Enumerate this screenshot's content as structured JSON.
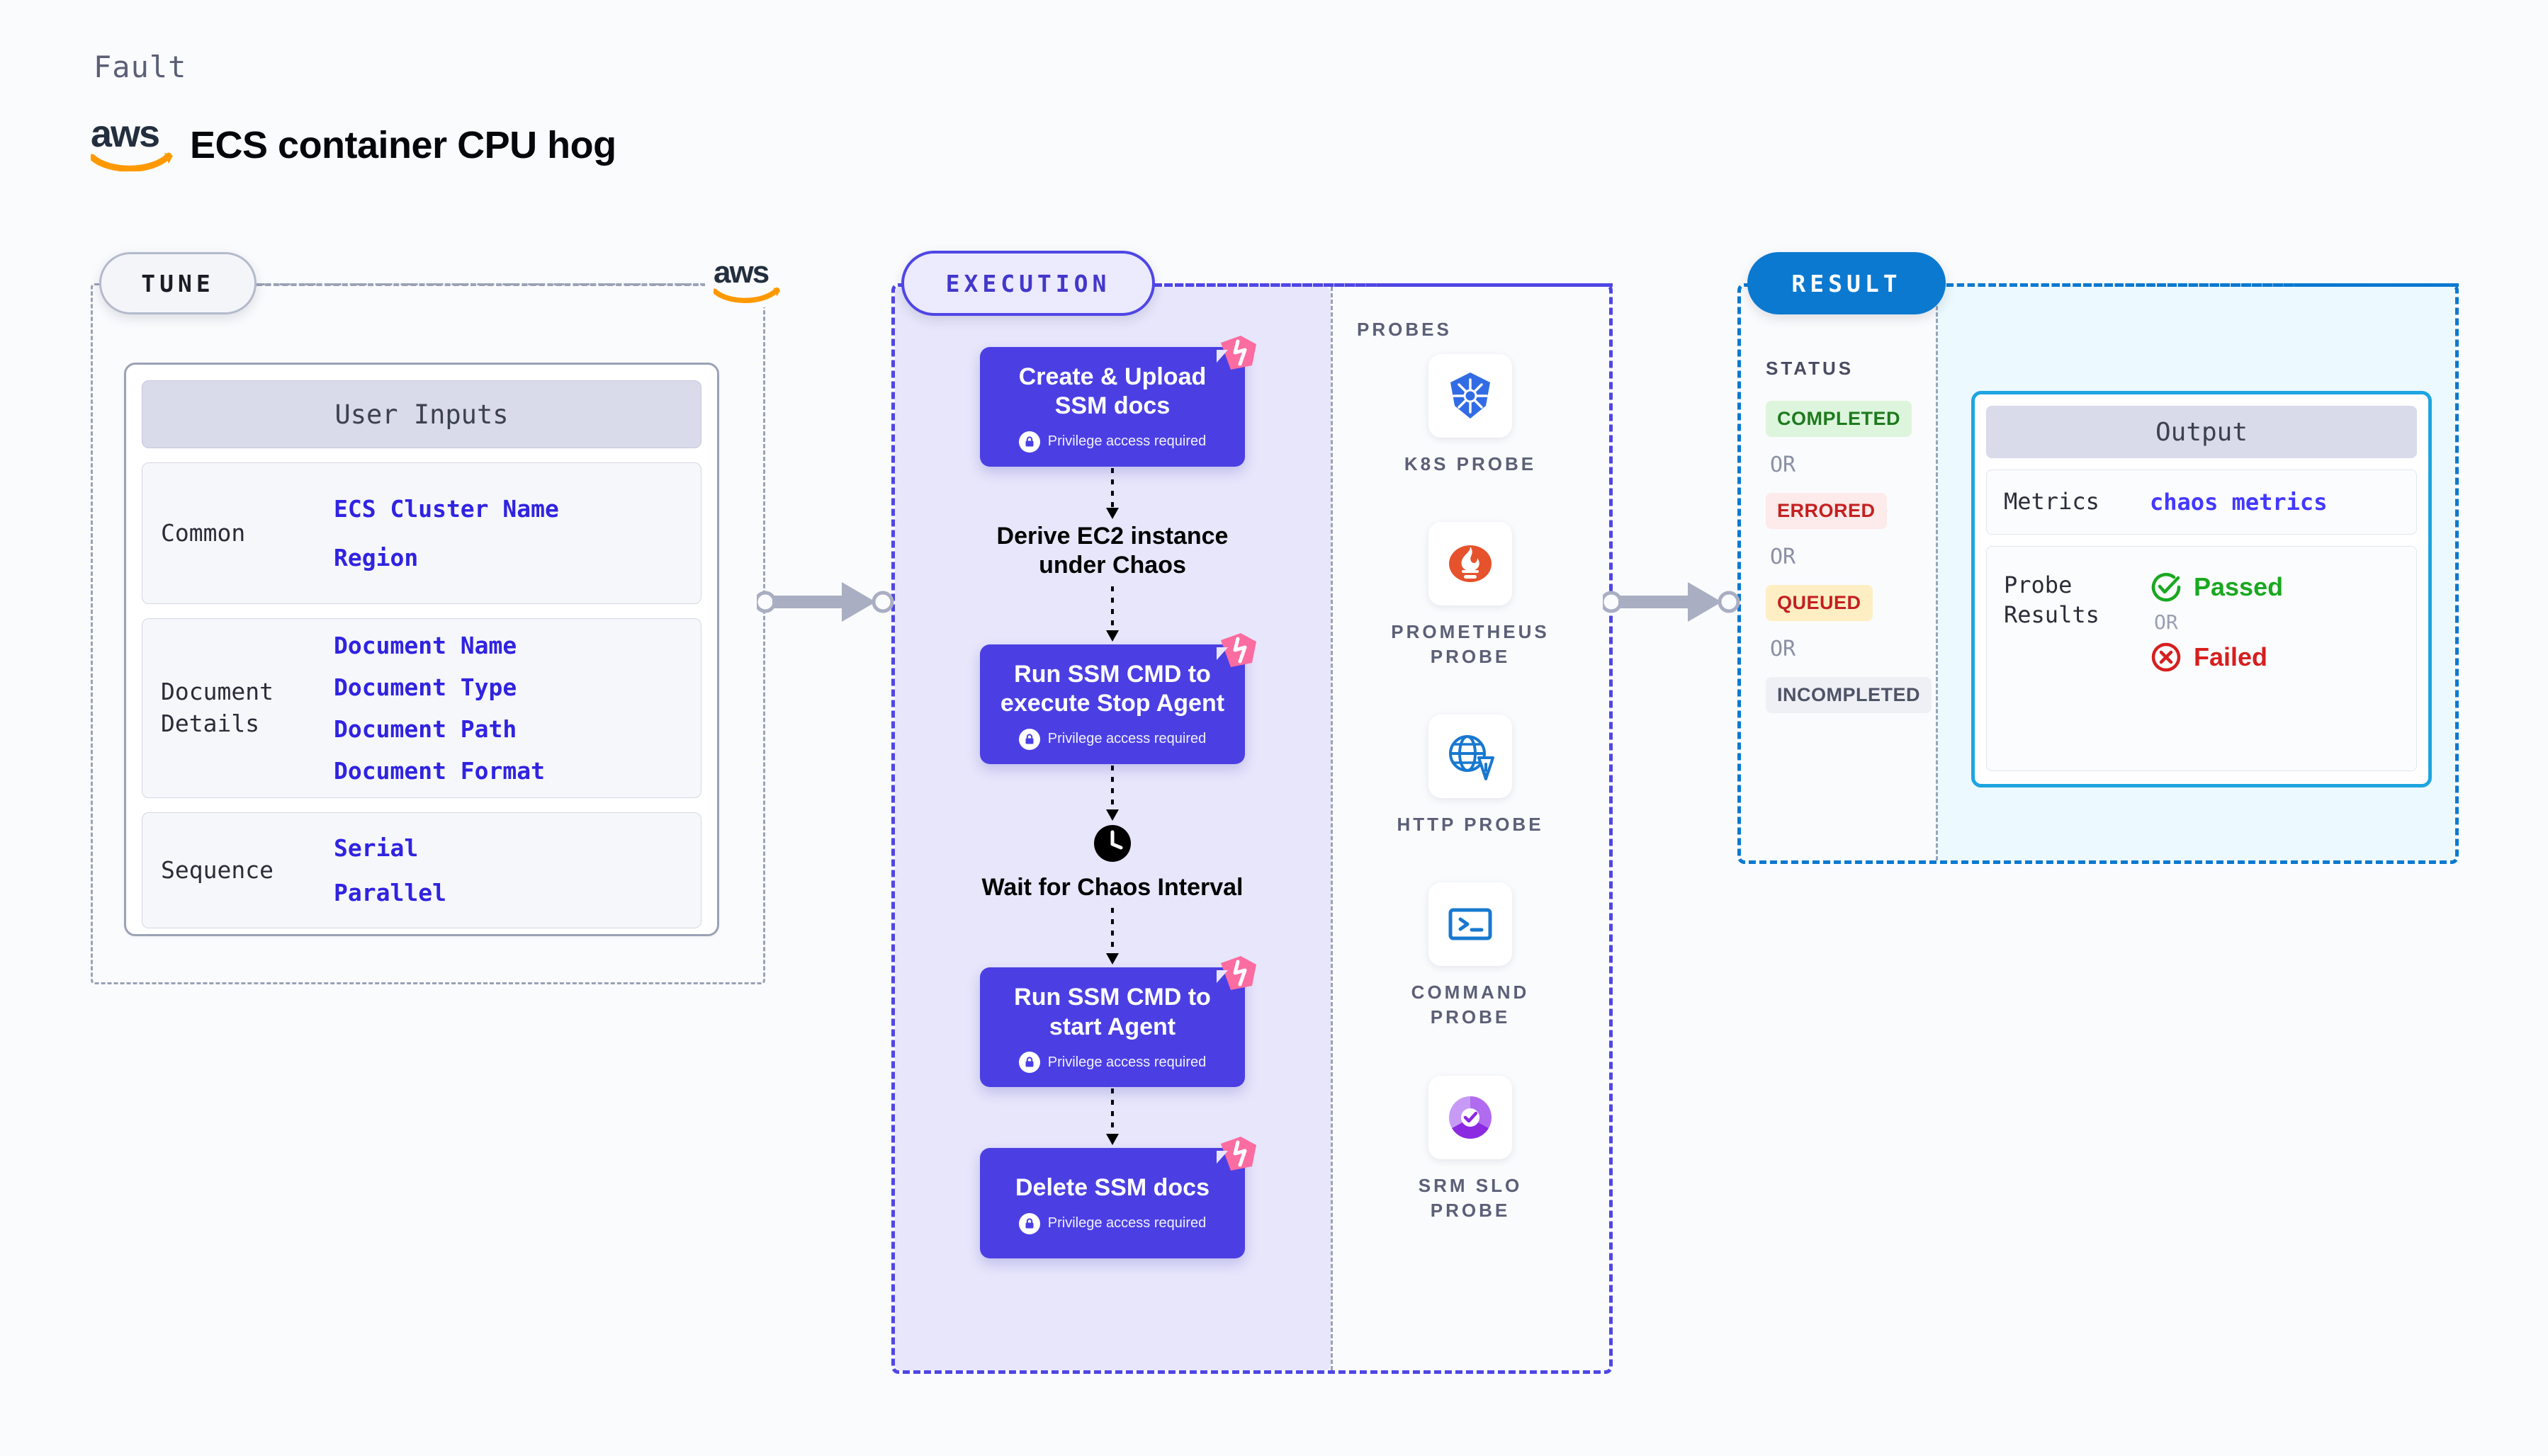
{
  "header": {
    "eyebrow": "Fault",
    "title": "ECS container CPU hog",
    "provider_logo": "aws-logo",
    "provider_text": "aws"
  },
  "tune": {
    "pill_label": "TUNE",
    "provider_badge": "aws-logo",
    "card_header": "User Inputs",
    "groups": [
      {
        "label": "Common",
        "values": [
          "ECS Cluster Name",
          "Region"
        ]
      },
      {
        "label": "Document\nDetails",
        "values": [
          "Document Name",
          "Document Type",
          "Document Path",
          "Document Format"
        ]
      },
      {
        "label": "Sequence",
        "values": [
          "Serial",
          "Parallel"
        ]
      }
    ]
  },
  "connectors": [
    {
      "name": "tune-to-execution-arrow"
    },
    {
      "name": "execution-to-result-arrow"
    }
  ],
  "execution": {
    "pill_label": "EXECUTION",
    "privilege_note": "Privilege access required",
    "steps": [
      {
        "type": "task",
        "title": "Create & Upload SSM docs",
        "privileged": true,
        "badge": "harness-chaos-icon"
      },
      {
        "type": "plain",
        "title": "Derive EC2 instance under Chaos",
        "icon": ""
      },
      {
        "type": "task",
        "title": "Run SSM CMD to execute Stop Agent",
        "privileged": true,
        "badge": "harness-chaos-icon"
      },
      {
        "type": "plain",
        "title": "Wait for Chaos Interval",
        "icon": "clock-icon"
      },
      {
        "type": "task",
        "title": "Run SSM CMD to start Agent",
        "privileged": true,
        "badge": "harness-chaos-icon"
      },
      {
        "type": "task",
        "title": "Delete SSM docs",
        "privileged": true,
        "badge": "harness-chaos-icon"
      }
    ]
  },
  "probes": {
    "title": "PROBES",
    "items": [
      {
        "label": "K8S PROBE",
        "icon": "kubernetes-icon"
      },
      {
        "label": "PROMETHEUS\nPROBE",
        "icon": "prometheus-icon"
      },
      {
        "label": "HTTP PROBE",
        "icon": "http-globe-warning-icon"
      },
      {
        "label": "COMMAND\nPROBE",
        "icon": "terminal-icon"
      },
      {
        "label": "SRM SLO\nPROBE",
        "icon": "srm-slo-icon"
      }
    ]
  },
  "result": {
    "pill_label": "RESULT",
    "status_title": "STATUS",
    "or_label": "OR",
    "statuses": [
      {
        "label": "COMPLETED",
        "bg": "#ddf5dc",
        "fg": "#1e7a1e"
      },
      {
        "label": "ERRORED",
        "bg": "#fdeaea",
        "fg": "#c42020"
      },
      {
        "label": "QUEUED",
        "bg": "#fdeec4",
        "fg": "#c42020"
      },
      {
        "label": "INCOMPLETED",
        "bg": "#eef0f5",
        "fg": "#4e5366"
      }
    ],
    "output": {
      "header": "Output",
      "metrics_label": "Metrics",
      "metrics_value": "chaos metrics",
      "probe_results_label": "Probe\nResults",
      "passed_label": "Passed",
      "or_label": "OR",
      "failed_label": "Failed"
    }
  },
  "colors": {
    "accent_purple": "#4b3fe4",
    "accent_blue": "#0b79d0",
    "accent_pink": "#fb6ca0",
    "link_blue": "#3023e0",
    "pass_green": "#1aa821",
    "fail_red": "#d61f1f"
  }
}
